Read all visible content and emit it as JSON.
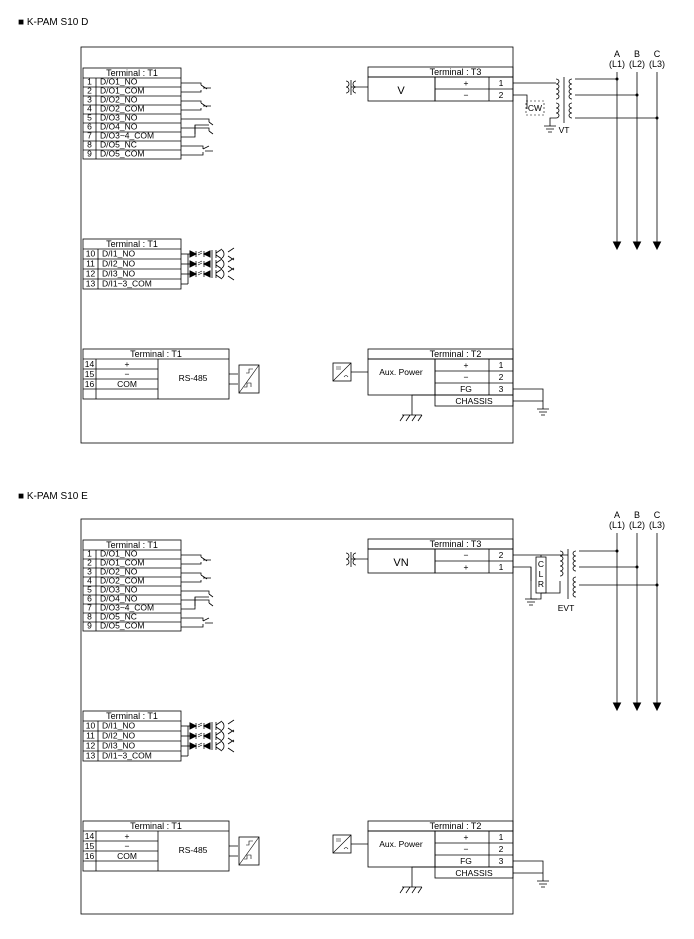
{
  "sections": [
    {
      "title": "■ K-PAM S10 D",
      "t1_outputs": {
        "title": "Terminal : T1",
        "rows": [
          {
            "no": "1",
            "label": "D/O1_NO"
          },
          {
            "no": "2",
            "label": "D/O1_COM"
          },
          {
            "no": "3",
            "label": "D/O2_NO"
          },
          {
            "no": "4",
            "label": "D/O2_COM"
          },
          {
            "no": "5",
            "label": "D/O3_NO"
          },
          {
            "no": "6",
            "label": "D/O4_NO"
          },
          {
            "no": "7",
            "label": "D/O3~4_COM"
          },
          {
            "no": "8",
            "label": "D/O5_NC"
          },
          {
            "no": "9",
            "label": "D/O5_COM"
          }
        ]
      },
      "t1_inputs": {
        "title": "Terminal : T1",
        "rows": [
          {
            "no": "10",
            "label": "D/I1_NO"
          },
          {
            "no": "11",
            "label": "D/I2_NO"
          },
          {
            "no": "12",
            "label": "D/I3_NO"
          },
          {
            "no": "13",
            "label": "D/I1~3_COM"
          }
        ]
      },
      "t1_rs485": {
        "title": "Terminal : T1",
        "rows": [
          {
            "no": "14",
            "label": "+"
          },
          {
            "no": "15",
            "label": "−"
          },
          {
            "no": "16",
            "label": "COM"
          }
        ],
        "block_label": "RS-485"
      },
      "t3": {
        "title": "Terminal : T3",
        "block_label": "V",
        "rows": [
          {
            "sign": "+",
            "no": "1"
          },
          {
            "sign": "−",
            "no": "2"
          }
        ]
      },
      "t2": {
        "title": "Terminal : T2",
        "block_label": "Aux. Power",
        "rows": [
          {
            "sign": "+",
            "no": "1"
          },
          {
            "sign": "−",
            "no": "2"
          },
          {
            "sign": "FG",
            "no": "3"
          }
        ],
        "chassis": "CHASSIS"
      },
      "phases": [
        {
          "letter": "A",
          "sub": "(L1)"
        },
        {
          "letter": "B",
          "sub": "(L2)"
        },
        {
          "letter": "C",
          "sub": "(L3)"
        }
      ],
      "transformer_label": "VT",
      "aux_label": "CW"
    },
    {
      "title": "■ K-PAM S10 E",
      "t1_outputs": {
        "title": "Terminal : T1",
        "rows": [
          {
            "no": "1",
            "label": "D/O1_NO"
          },
          {
            "no": "2",
            "label": "D/O1_COM"
          },
          {
            "no": "3",
            "label": "D/O2_NO"
          },
          {
            "no": "4",
            "label": "D/O2_COM"
          },
          {
            "no": "5",
            "label": "D/O3_NO"
          },
          {
            "no": "6",
            "label": "D/O4_NO"
          },
          {
            "no": "7",
            "label": "D/O3~4_COM"
          },
          {
            "no": "8",
            "label": "D/O5_NC"
          },
          {
            "no": "9",
            "label": "D/O5_COM"
          }
        ]
      },
      "t1_inputs": {
        "title": "Terminal : T1",
        "rows": [
          {
            "no": "10",
            "label": "D/I1_NO"
          },
          {
            "no": "11",
            "label": "D/I2_NO"
          },
          {
            "no": "12",
            "label": "D/I3_NO"
          },
          {
            "no": "13",
            "label": "D/I1~3_COM"
          }
        ]
      },
      "t1_rs485": {
        "title": "Terminal : T1",
        "rows": [
          {
            "no": "14",
            "label": "+"
          },
          {
            "no": "15",
            "label": "−"
          },
          {
            "no": "16",
            "label": "COM"
          }
        ],
        "block_label": "RS-485"
      },
      "t3": {
        "title": "Terminal : T3",
        "block_label": "VN",
        "rows": [
          {
            "sign": "−",
            "no": "2"
          },
          {
            "sign": "+",
            "no": "1"
          }
        ]
      },
      "t2": {
        "title": "Terminal : T2",
        "block_label": "Aux. Power",
        "rows": [
          {
            "sign": "+",
            "no": "1"
          },
          {
            "sign": "−",
            "no": "2"
          },
          {
            "sign": "FG",
            "no": "3"
          }
        ],
        "chassis": "CHASSIS"
      },
      "phases": [
        {
          "letter": "A",
          "sub": "(L1)"
        },
        {
          "letter": "B",
          "sub": "(L2)"
        },
        {
          "letter": "C",
          "sub": "(L3)"
        }
      ],
      "transformer_label": "EVT",
      "clr_letters": [
        "C",
        "L",
        "R"
      ]
    }
  ]
}
